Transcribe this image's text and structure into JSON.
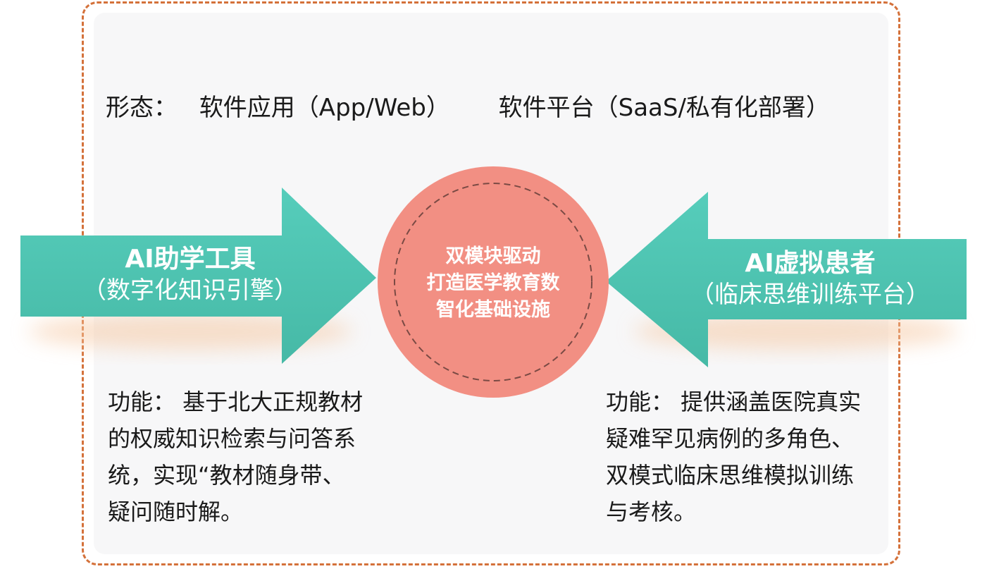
{
  "form": {
    "label": "形态：",
    "option_a": "软件应用（App/Web）",
    "option_b": "软件平台（SaaS/私有化部署）"
  },
  "left_module": {
    "title": "AI助学工具",
    "subtitle": "（数字化知识引擎）",
    "description_lines": [
      "功能：  基于北大正规教材",
      "的权威知识检索与问答系",
      "统，实现“教材随身带、",
      "疑问随时解。"
    ]
  },
  "right_module": {
    "title": "AI虚拟患者",
    "subtitle": "（临床思维训练平台）",
    "description_lines": [
      "功能：  提供涵盖医院真实",
      "疑难罕见病例的多角色、",
      "双模式临床思维模拟训练",
      "与考核。"
    ]
  },
  "center": {
    "lines": [
      "双模块驱动",
      "打造医学教育数",
      "智化基础设施"
    ]
  },
  "colors": {
    "arrow": "#4fc5b3",
    "circle": "#f28f83",
    "frame_border": "#d4713a",
    "panel": "#f7f7f8"
  }
}
